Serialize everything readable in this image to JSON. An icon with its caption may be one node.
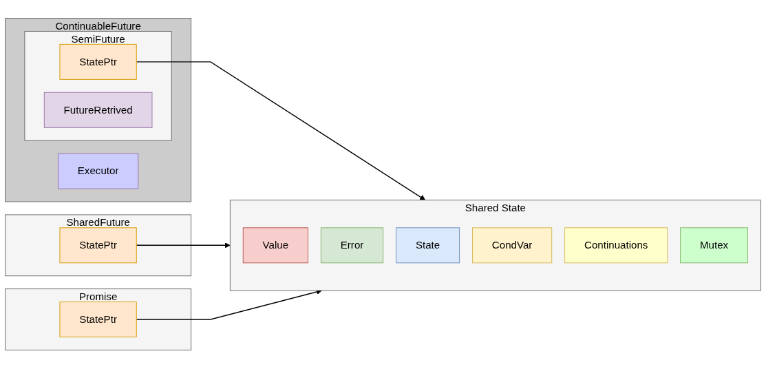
{
  "diagram": {
    "nodes": [
      {
        "text": [
          "ContinuableFuture"
        ]
      },
      {
        "text": [
          "SemiFuture"
        ],
        "in": 0
      },
      {
        "text": [
          "StatePtr"
        ],
        "in": 1
      },
      {
        "text": [
          "FutureRetrived"
        ],
        "in": 1
      },
      {
        "text": [
          "Executor"
        ],
        "in": 0
      },
      {
        "text": [
          "SharedFuture"
        ]
      },
      {
        "text": [
          "StatePtr"
        ],
        "in": 5
      },
      {
        "text": [
          "Shared State"
        ]
      },
      {
        "text": [
          "Value"
        ],
        "in": 7
      },
      {
        "text": [
          "Error"
        ],
        "in": 7
      },
      {
        "text": [
          "State"
        ],
        "in": 7
      },
      {
        "text": [
          "CondVar"
        ],
        "in": 7
      },
      {
        "text": [
          "Continuations"
        ],
        "in": 7
      },
      {
        "text": [
          "Mutex"
        ],
        "in": 7
      },
      {
        "text": [
          "Promise"
        ]
      },
      {
        "text": [
          "StatePtr"
        ],
        "in": 14
      }
    ],
    "edges": [
      {
        "from": 2,
        "to": 7,
        "arrow": "to"
      },
      {
        "from": 6,
        "to": 7,
        "arrow": "to"
      },
      {
        "from": 15,
        "to": 7,
        "arrow": "to"
      }
    ]
  }
}
